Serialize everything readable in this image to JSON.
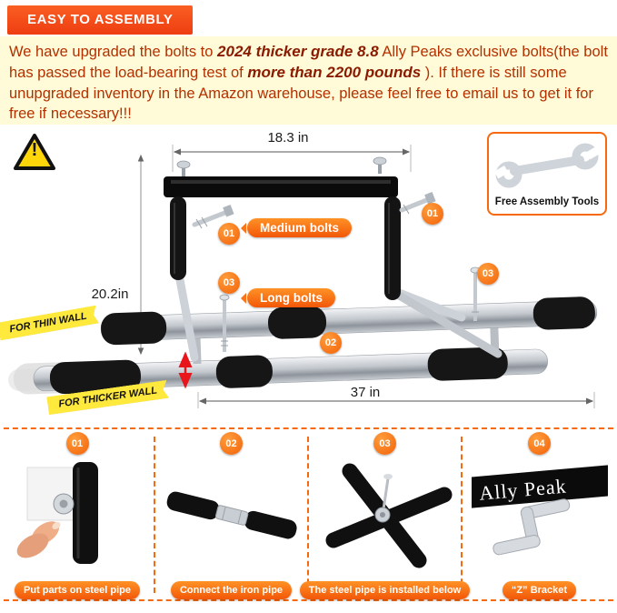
{
  "colors": {
    "accent_orange": "#f7690f",
    "banner_bg": "#ee3d12",
    "intro_bg": "#fffbd8",
    "intro_text": "#b33000",
    "ribbon_yellow": "#ffe93d",
    "badge_orange": "#f26208",
    "arrow_red": "#e8151a"
  },
  "banner": {
    "title": "EASY TO ASSEMBLY"
  },
  "intro": {
    "seg1": "We have upgraded the bolts to ",
    "seg2": "2024 thicker grade 8.8",
    "seg3": " Ally Peaks exclusive bolts(the bolt has passed the load-bearing test of ",
    "seg4": "more than 2200 pounds",
    "seg5": " ). If there is still some unupgraded inventory in the Amazon warehouse, please feel free to email us to get it for free if necessary!!!"
  },
  "diagram": {
    "warning": "!",
    "dims": {
      "top_width": "18.3 in",
      "height": "20.2in",
      "bottom_width": "37 in"
    },
    "labels": {
      "medium_bolts": "Medium bolts",
      "long_bolts": "Long bolts"
    },
    "badges": {
      "b01": "01",
      "b02": "02",
      "b03": "03"
    },
    "ribbons": {
      "thin": "FOR THIN WALL",
      "thick": "FOR THICKER WALL"
    },
    "tools_box": {
      "label": "Free Assembly Tools"
    }
  },
  "steps": [
    {
      "num": "01",
      "caption": "Put parts on steel pipe"
    },
    {
      "num": "02",
      "caption": "Connect the iron pipe"
    },
    {
      "num": "03",
      "caption": "The steel pipe is installed below"
    },
    {
      "num": "04",
      "caption": "“Z”  Bracket"
    }
  ],
  "brand": {
    "name": "Ally Peak"
  }
}
